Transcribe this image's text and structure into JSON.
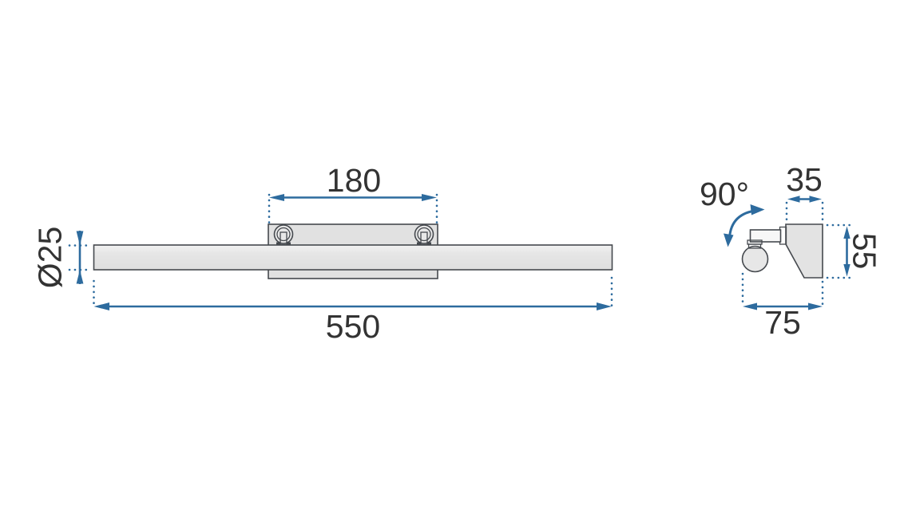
{
  "drawing": {
    "colors": {
      "dimension_blue": "#2d6b9e",
      "outline_gray": "#45494e",
      "text_dark": "#333333",
      "fill_light": "#e4e4e4"
    },
    "front_view": {
      "bracket_width": "180",
      "overall_length": "550",
      "tube_diameter": "Ø25"
    },
    "side_view": {
      "rotation_angle": "90°",
      "plate_width": "35",
      "height": "55",
      "depth": "75"
    }
  }
}
